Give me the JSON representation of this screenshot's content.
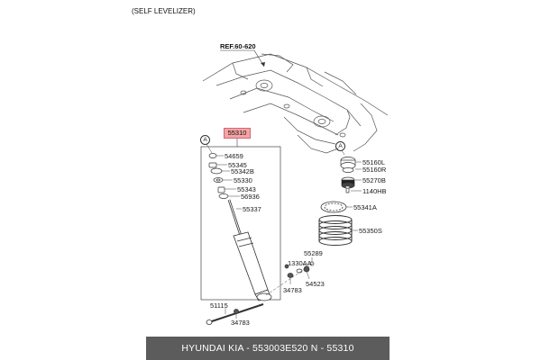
{
  "header": {
    "note": "(SELF LEVELIZER)",
    "ref": "REF.60-620"
  },
  "main_part": {
    "number": "55310"
  },
  "callouts": {
    "left": "A",
    "right": "A"
  },
  "labels": {
    "p54659": "54659",
    "p55345": "55345",
    "p55342B": "55342B",
    "p55330": "55330",
    "p55343": "55343",
    "p56936": "56936",
    "p55337": "55337",
    "p55160L": "55160L",
    "p55160R": "55160R",
    "p55270B": "55270B",
    "p1140HB": "1140HB",
    "p55341A": "55341A",
    "p55350S": "55350S",
    "p55289": "55289",
    "p1330AA": "1330AA",
    "p54523": "54523",
    "p34783a": "34783",
    "p51115": "51115",
    "p34783b": "34783"
  },
  "footer": {
    "text": "HYUNDAI  KIA - 553003E520     N - 55310"
  },
  "colors": {
    "highlight": "#f4a3a6",
    "footer_bg": "#5c5c5c",
    "line": "#333333"
  }
}
